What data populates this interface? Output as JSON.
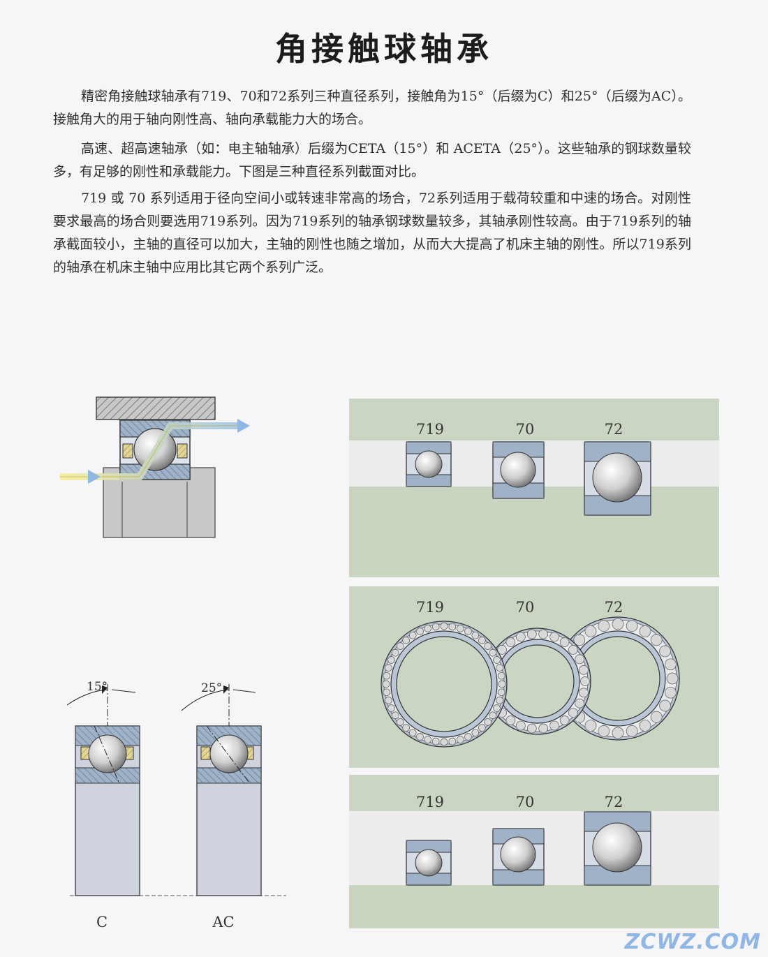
{
  "title": "角接触球轴承",
  "paragraphs": [
    "精密角接触球轴承有719、70和72系列三种直径系列，接触角为15°（后缀为C）和25°（后缀为AC）。接触角大的用于轴向刚性高、轴向承载能力大的场合。",
    "高速、超高速轴承（如：电主轴轴承）后缀为CETA（15°）和 ACETA（25°）。这些轴承的钢球数量较多，有足够的刚性和承载能力。下图是三种直径系列截面对比。",
    "719 或 70 系列适用于径向空间小或转速非常高的场合，72系列适用于载荷较重和中速的场合。对刚性要求最高的场合则要选用719系列。因为719系列的轴承钢球数量较多，其轴承刚性较高。由于719系列的轴承截面较小，主轴的直径可以加大，主轴的刚性也随之增加，从而大大提高了机床主轴的刚性。所以719系列的轴承在机床主轴中应用比其它两个系列广泛。"
  ],
  "series": [
    "719",
    "70",
    "72"
  ],
  "angles": {
    "c": "15°",
    "ac": "25°"
  },
  "variants": {
    "c": "C",
    "ac": "AC"
  },
  "watermark": "ZCWZ.COM",
  "colors": {
    "ring": "#9fb2c8",
    "shaft": "#ccd8c4",
    "band": "#c9d5c0",
    "cage": "#e2d494",
    "arrow": "#f2e46a"
  }
}
